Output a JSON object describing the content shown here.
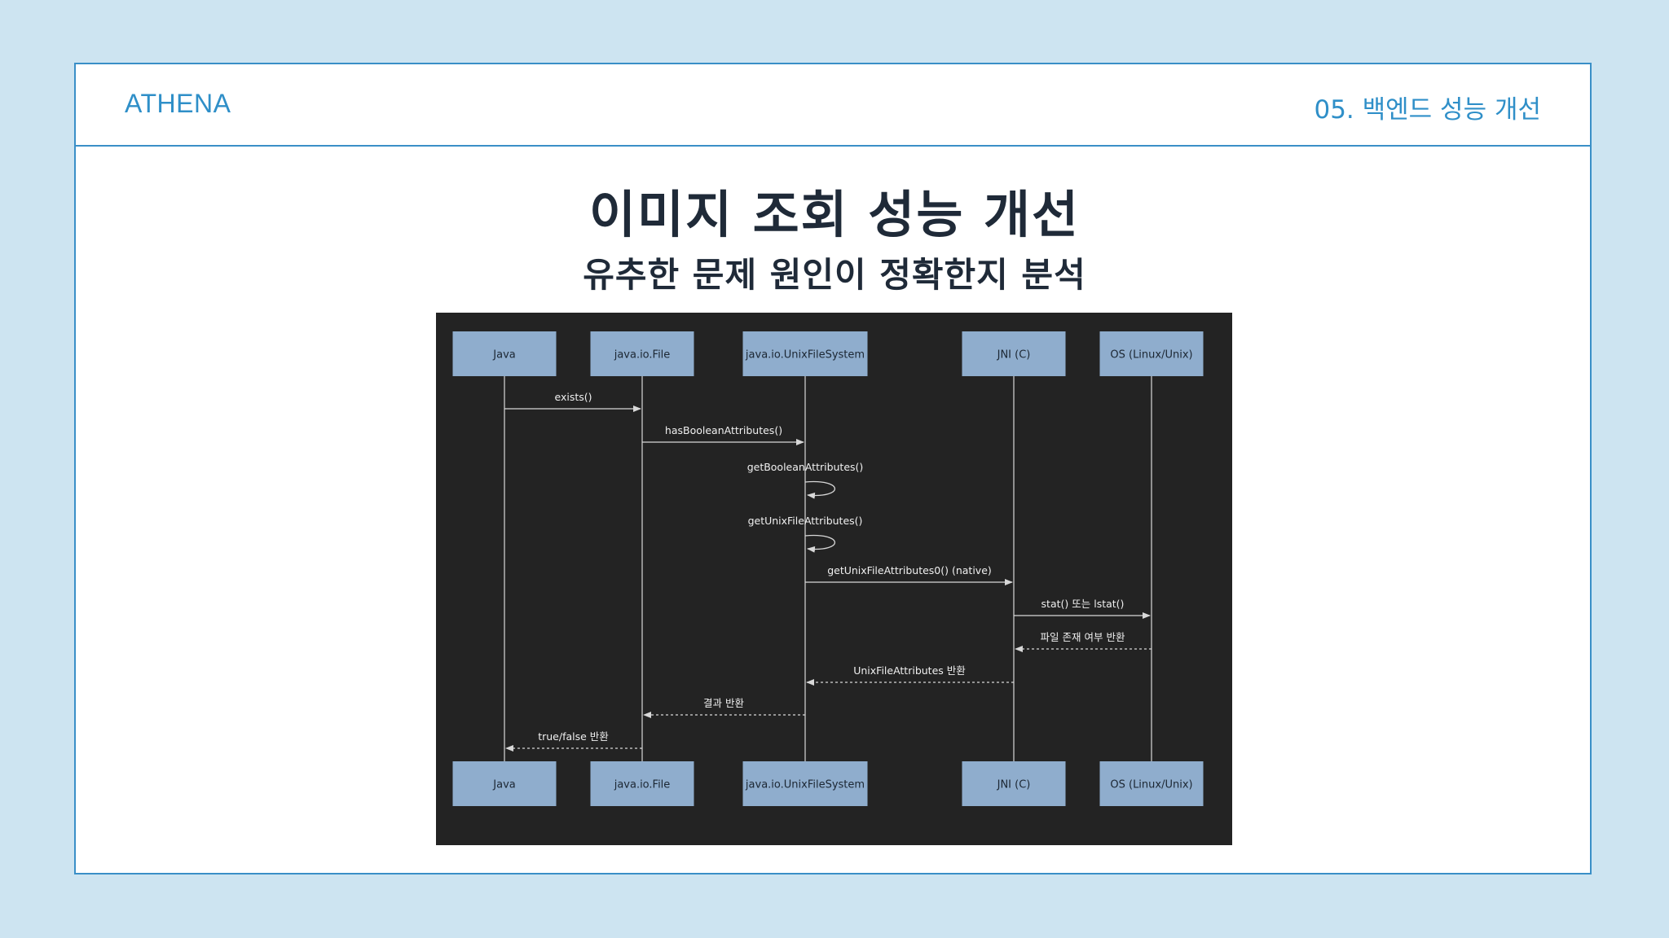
{
  "header": {
    "brand": "ATHENA",
    "section": "05. 백엔드 성능 개선"
  },
  "title": "이미지 조회 성능 개선",
  "subtitle": "유추한 문제 원인이 정확한지 분석",
  "colors": {
    "background": "#cde4f1",
    "accent": "#3a8fc7",
    "diagram_bg": "#232323",
    "participant_box": "#8fadcd",
    "line": "#d8d8d8"
  },
  "diagram": {
    "participants": [
      "Java",
      "java.io.File",
      "java.io.UnixFileSystem",
      "JNI (C)",
      "OS (Linux/Unix)"
    ],
    "messages": [
      {
        "from": 0,
        "to": 1,
        "label": "exists()",
        "kind": "call"
      },
      {
        "from": 1,
        "to": 2,
        "label": "hasBooleanAttributes()",
        "kind": "call"
      },
      {
        "from": 2,
        "to": 2,
        "label": "getBooleanAttributes()",
        "kind": "self"
      },
      {
        "from": 2,
        "to": 2,
        "label": "getUnixFileAttributes()",
        "kind": "self"
      },
      {
        "from": 2,
        "to": 3,
        "label": "getUnixFileAttributes0() (native)",
        "kind": "call"
      },
      {
        "from": 3,
        "to": 4,
        "label": "stat() 또는 lstat()",
        "kind": "call"
      },
      {
        "from": 4,
        "to": 3,
        "label": "파일 존재 여부 반환",
        "kind": "return"
      },
      {
        "from": 3,
        "to": 2,
        "label": "UnixFileAttributes 반환",
        "kind": "return"
      },
      {
        "from": 2,
        "to": 1,
        "label": "결과 반환",
        "kind": "return"
      },
      {
        "from": 1,
        "to": 0,
        "label": "true/false 반환",
        "kind": "return"
      }
    ]
  }
}
